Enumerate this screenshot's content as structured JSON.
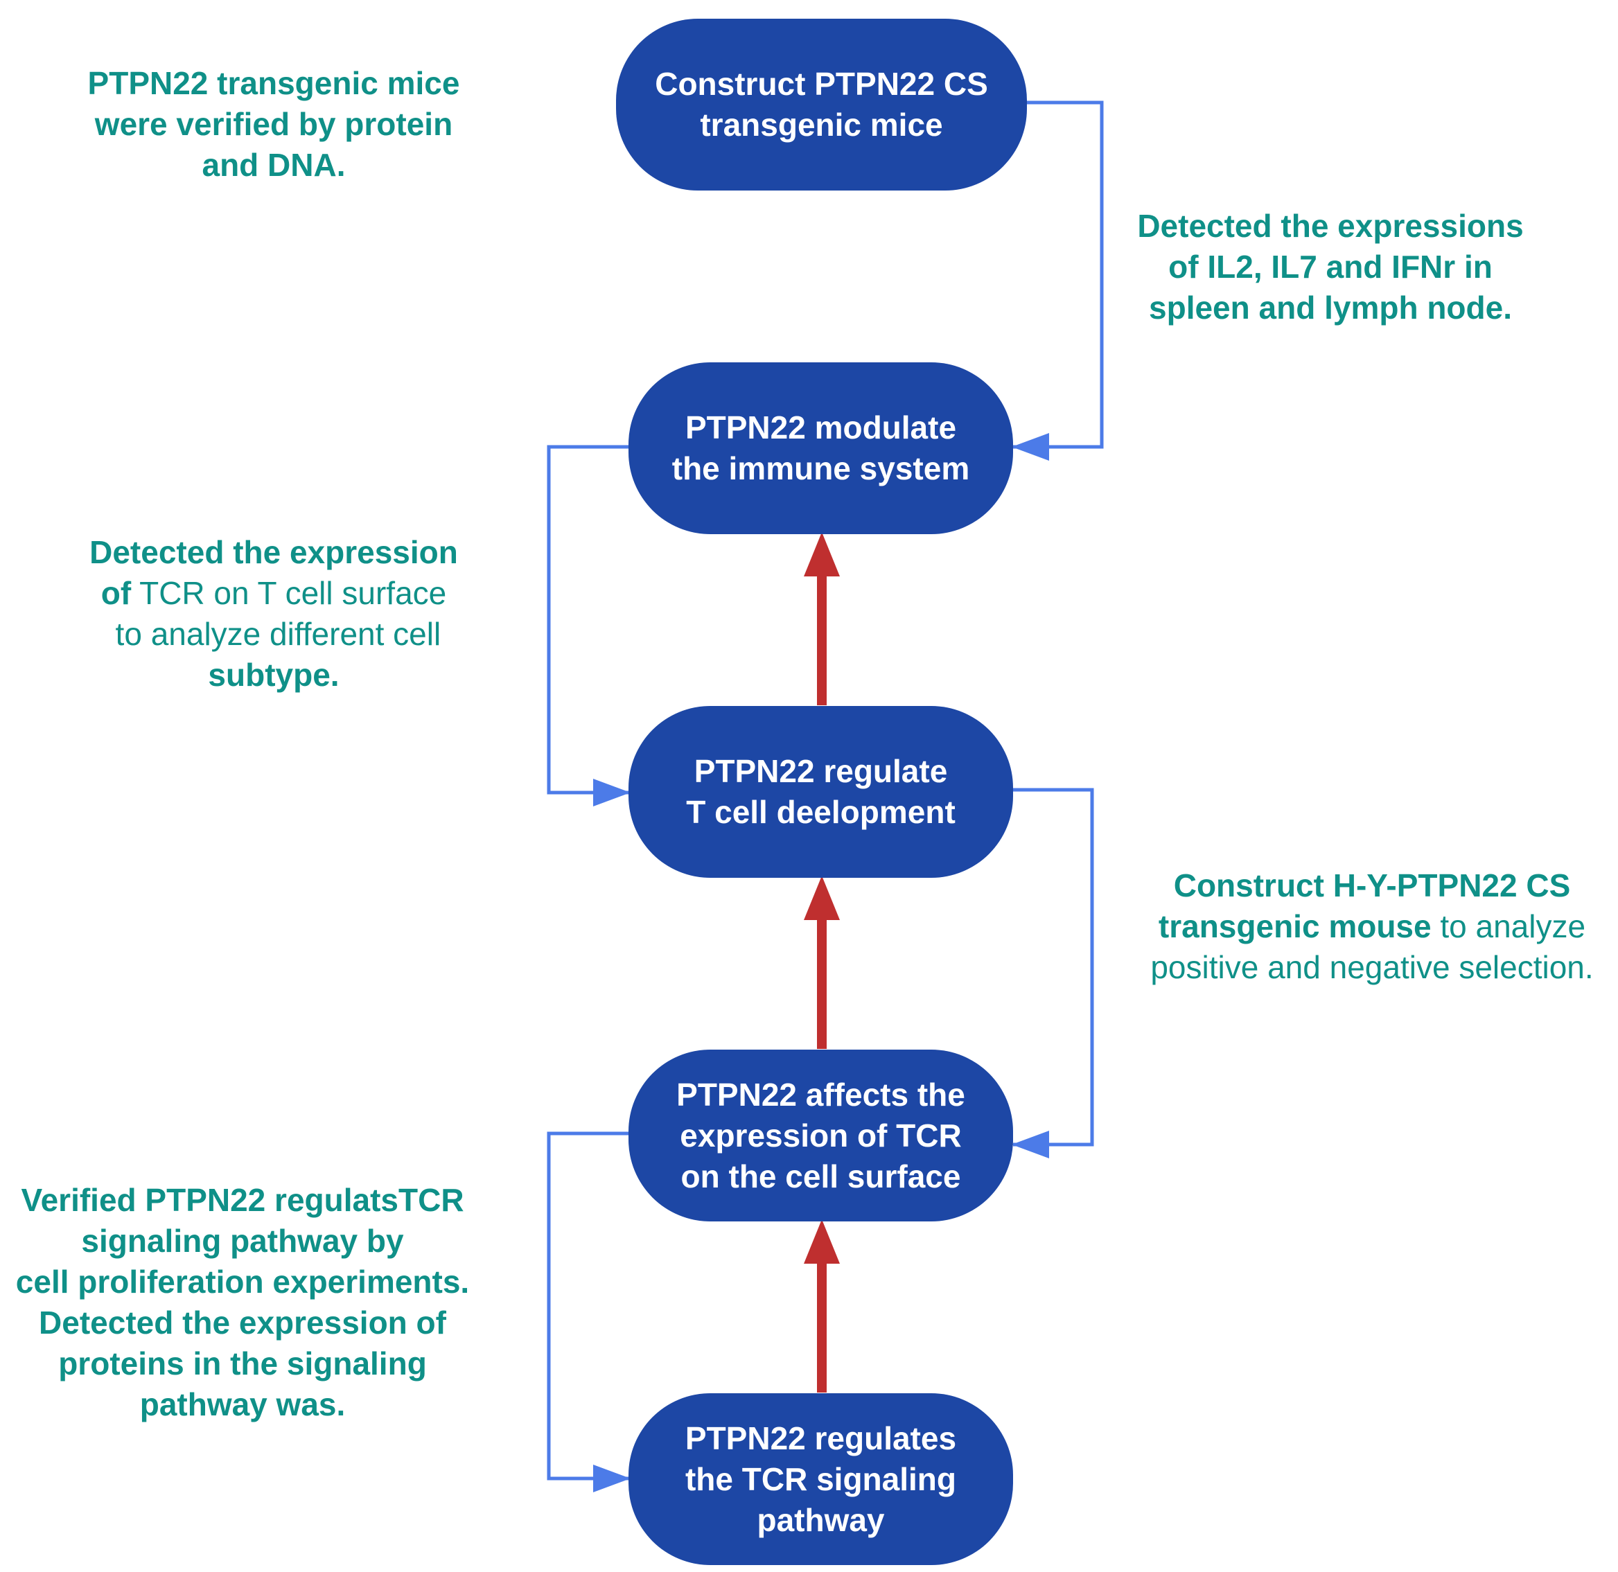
{
  "colors": {
    "node_fill": "#1d47a5",
    "node_text": "#ffffff",
    "note_text": "#0f9088",
    "side_connector": "#4c7be8",
    "main_arrow": "#bf2f2f"
  },
  "nodes": {
    "construct_mice": "Construct PTPN22 CS\ntransgenic mice",
    "modulate_immune": "PTPN22 modulate\nthe immune system",
    "regulate_tcell": "PTPN22  regulate\nT cell deelopment",
    "affects_tcr": "PTPN22 affects the\nexpression of TCR\non the cell surface",
    "regulates_signaling": "PTPN22 regulates\nthe TCR signaling\npathway"
  },
  "notes": {
    "verified_mice": [
      "PTPN22 transgenic mice",
      "were verified by protein",
      "and DNA."
    ],
    "detected_il": [
      "Detected the expressions",
      "of IL2, IL7 and IFNr in",
      "spleen and lymph node."
    ],
    "detected_tcr": {
      "line1": "Detected the expression",
      "line2_bold": "of",
      "line2_rest": " TCR on T cell surface",
      "line3": " to analyze different cell",
      "line4": "subtype."
    },
    "construct_hy": {
      "line1": "Construct H-Y-PTPN22 CS",
      "line2_bold": "transgenic mouse",
      "line2_rest": " to analyze",
      "line3": "positive and negative selection."
    },
    "verified_signaling": [
      "Verified PTPN22 regulatsTCR",
      "signaling pathway by",
      "cell proliferation experiments.",
      "Detected the expression of",
      "proteins in the signaling",
      "pathway was."
    ]
  }
}
